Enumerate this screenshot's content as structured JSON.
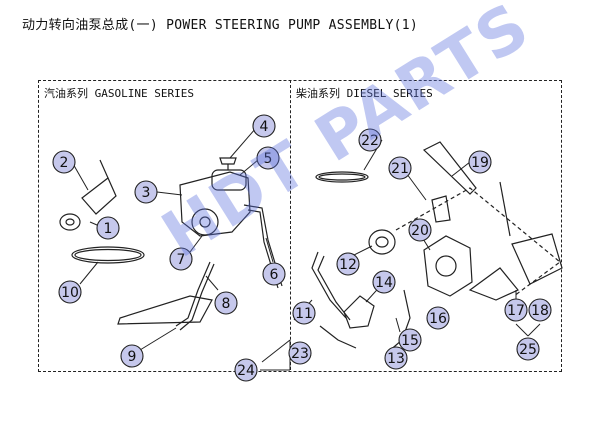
{
  "title": "动力转向油泵总成(一) POWER STEERING PUMP ASSEMBLY(1)",
  "sections": {
    "gasoline": "汽油系列 GASOLINE SERIES",
    "diesel": "柴油系列 DIESEL SERIES"
  },
  "watermark": "HDT PARTS",
  "callouts": [
    "1",
    "2",
    "3",
    "4",
    "5",
    "6",
    "7",
    "8",
    "9",
    "10",
    "11",
    "12",
    "13",
    "14",
    "15",
    "16",
    "17",
    "18",
    "19",
    "20",
    "21",
    "22",
    "23",
    "24",
    "25"
  ],
  "colors": {
    "callout_fill": "#c6c8ec",
    "line": "#222222",
    "watermark": "#5a6edc"
  }
}
